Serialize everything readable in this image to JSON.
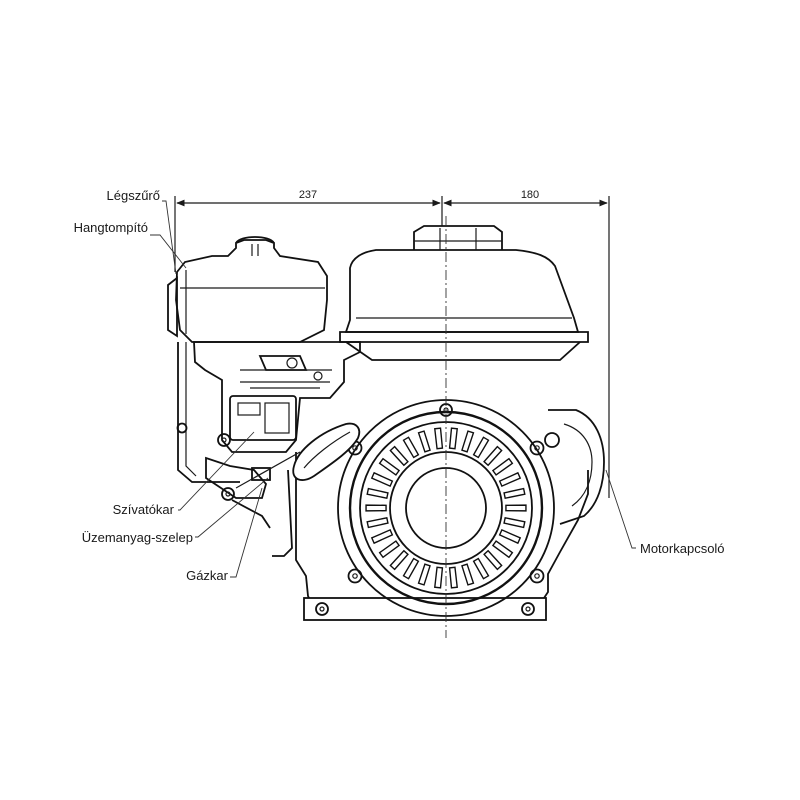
{
  "dimensions": {
    "left_width": "237",
    "right_width": "180"
  },
  "labels": {
    "air_filter": "Légszűrő",
    "muffler": "Hangtompító",
    "choke_lever": "Szívatókar",
    "fuel_valve": "Üzemanyag-szelep",
    "throttle_lever": "Gázkar",
    "engine_switch": "Motorkapcsoló"
  }
}
